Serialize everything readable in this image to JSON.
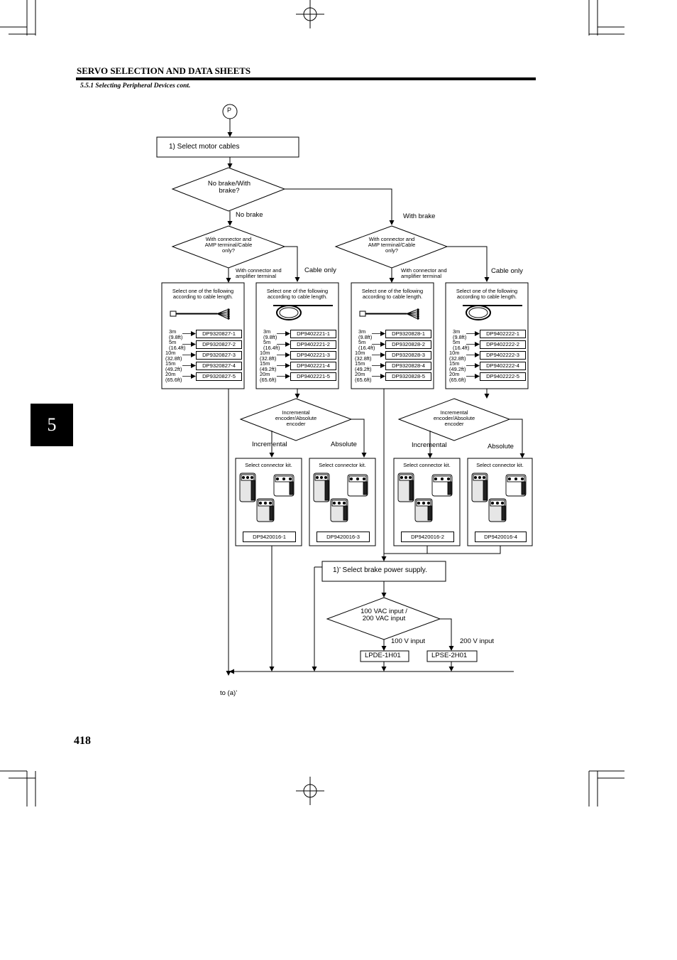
{
  "header": {
    "title": "SERVO SELECTION AND DATA SHEETS",
    "subtitle": "5.5.1 Selecting Peripheral Devices cont."
  },
  "chapter_tab": "5",
  "page_number": "418",
  "flow": {
    "start_connector": "P",
    "step1": "1)    Select motor cables",
    "decision_brake": [
      "No brake/With",
      "brake?"
    ],
    "label_no_brake": "No brake",
    "label_with_brake": "With brake",
    "decision_terminal_left": [
      "With connector and",
      "AMP terminal/Cable",
      "only?"
    ],
    "decision_terminal_right": [
      "With connector and",
      "AMP terminal/Cable",
      "only?"
    ],
    "label_amp_left": [
      "With connector and",
      "amplifier terminal"
    ],
    "label_amp_right": [
      "With connector and",
      "amplifier terminal"
    ],
    "label_cable_only_left": "Cable only",
    "label_cable_only_right": "Cable only",
    "cable_instruction": [
      "Select one of the following",
      "according to cable length."
    ],
    "lengths": [
      [
        "3m",
        "(9.8ft)"
      ],
      [
        "5m",
        "(16.4ft)"
      ],
      [
        "10m",
        "(32.8ft)"
      ],
      [
        "15m",
        "(49.2ft)"
      ],
      [
        "20m",
        "(65.6ft)"
      ]
    ],
    "cable_boxes": [
      {
        "parts": [
          "DP9320827-1",
          "DP9320827-2",
          "DP9320827-3",
          "DP9320827-4",
          "DP9320827-5"
        ],
        "icon": "connector-cable-icon"
      },
      {
        "parts": [
          "DP9402221-1",
          "DP9402221-2",
          "DP9402221-3",
          "DP9402221-4",
          "DP9402221-5"
        ],
        "icon": "coiled-cable-icon"
      },
      {
        "parts": [
          "DP9320828-1",
          "DP9320828-2",
          "DP9320828-3",
          "DP9320828-4",
          "DP9320828-5"
        ],
        "icon": "connector-cable-icon"
      },
      {
        "parts": [
          "DP9402222-1",
          "DP9402222-2",
          "DP9402222-3",
          "DP9402222-4",
          "DP9402222-5"
        ],
        "icon": "coiled-cable-icon"
      }
    ],
    "decision_encoder": [
      "Incremental",
      "encoder/Absolute",
      "encoder"
    ],
    "label_incremental": "Incremental",
    "label_absolute": "Absolute",
    "kit_instruction": "Select connector kit.",
    "kits": [
      "DP9420016-1",
      "DP9420016-3",
      "DP9420016-2",
      "DP9420016-4"
    ],
    "step1b": "1)’    Select brake power supply.",
    "decision_voltage": [
      "100 VAC input /",
      "200 VAC input"
    ],
    "label_100v": "100 V input",
    "label_200v": "200 V input",
    "power_supplies": [
      "LPDE-1H01",
      "LPSE-2H01"
    ],
    "end_label": "to (a)’"
  }
}
